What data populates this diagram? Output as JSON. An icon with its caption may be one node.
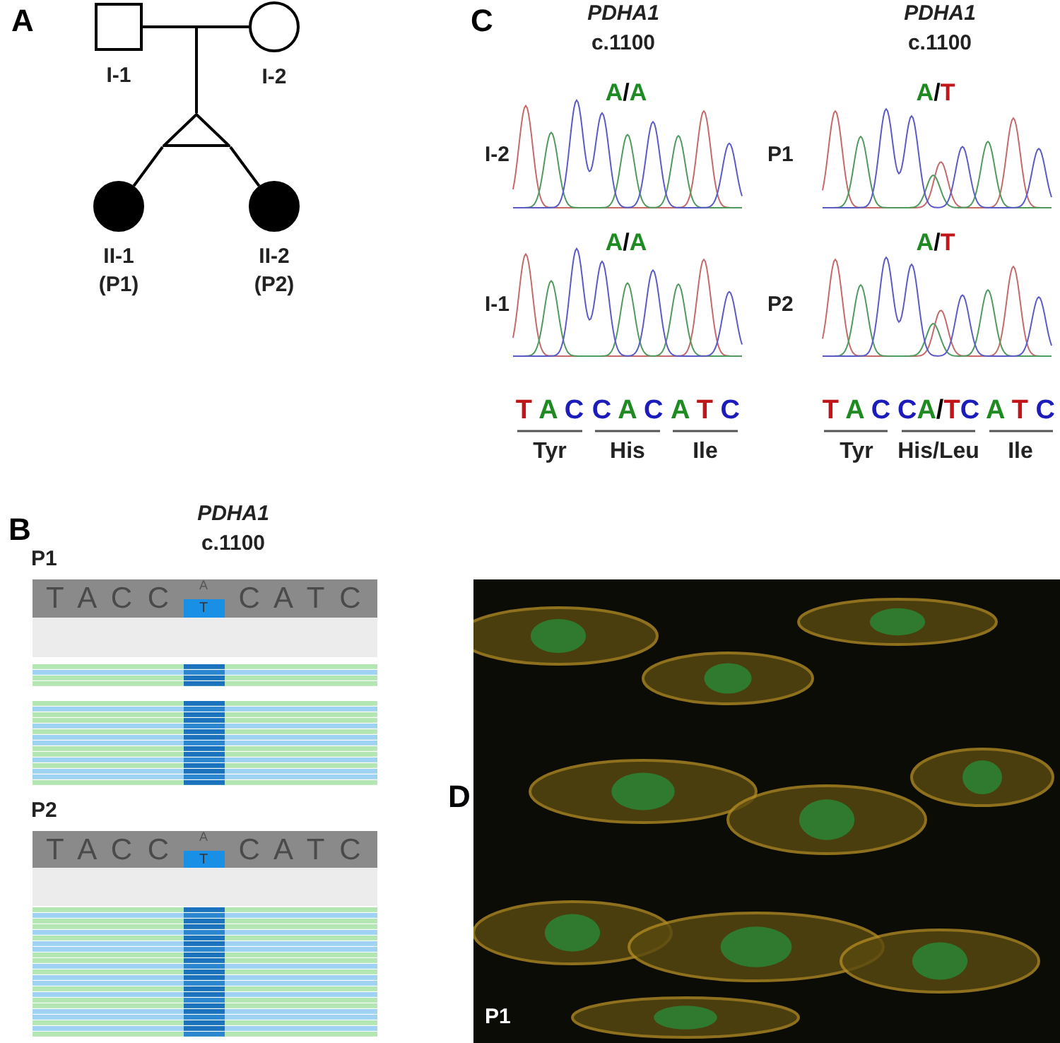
{
  "diagram": {
    "nodes": [
      {
        "text": [],
        "shape": "box",
        "beside": [
          "I-1"
        ]
      },
      {
        "text": [],
        "shape": "circle",
        "beside": [
          "I-2"
        ]
      },
      {
        "text": [],
        "shape": "triangle"
      },
      {
        "text": [],
        "shape": "circle",
        "beside": [
          "II-1",
          "(P1)"
        ]
      },
      {
        "text": [],
        "shape": "circle",
        "beside": [
          "II-2",
          "(P2)"
        ]
      }
    ],
    "edges": [
      {
        "from": 0,
        "to": 2,
        "arrow": "none"
      },
      {
        "from": 1,
        "to": 2,
        "arrow": "none"
      },
      {
        "from": 2,
        "to": 3,
        "arrow": "none"
      },
      {
        "from": 2,
        "to": 4,
        "arrow": "none"
      }
    ],
    "labels": [
      "A",
      "C",
      "PDHA1",
      "c.1100",
      "PDHA1",
      "c.1100",
      "A/A",
      "A/T",
      "I-2",
      "P1",
      "A/A",
      "A/T",
      "I-1",
      "P2",
      "T A C",
      "C A C",
      "A T C",
      "T A C",
      "CA/TC",
      "A T C",
      "Tyr",
      "His",
      "Ile",
      "Tyr",
      "His/Leu",
      "Ile",
      "B",
      "PDHA1",
      "c.1100",
      "P1",
      "T A C C",
      "A",
      "T",
      "C A T C",
      "P2",
      "T A C C",
      "A",
      "T",
      "C A T C",
      "D",
      "P1"
    ]
  }
}
